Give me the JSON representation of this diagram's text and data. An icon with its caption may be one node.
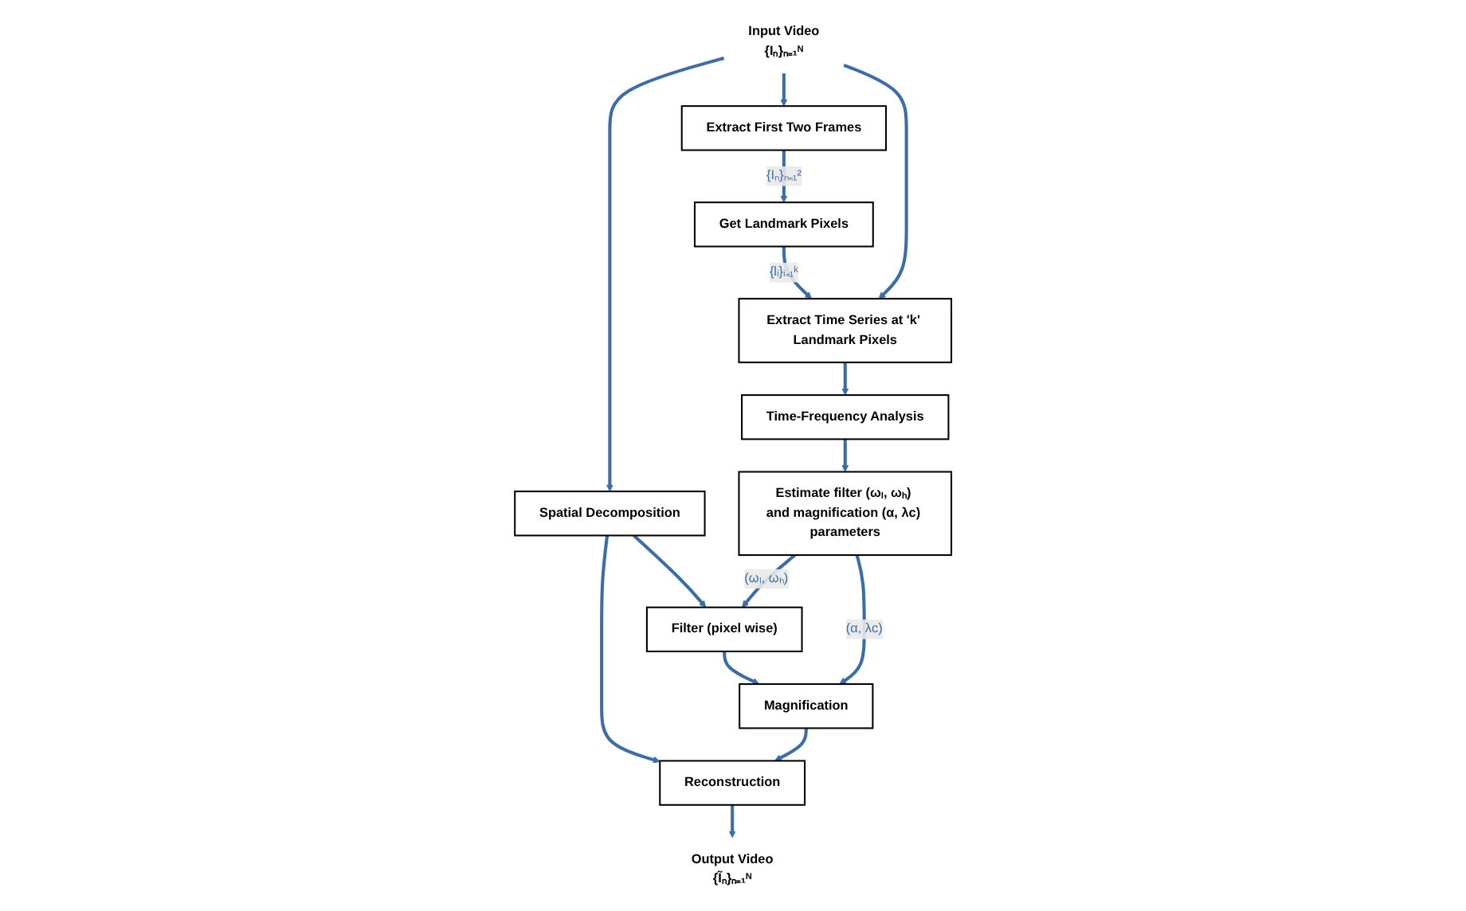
{
  "diagram": {
    "nodes": [
      {
        "text": [
          "Input Video"
        ],
        "beside": [
          "{Iₙ}ₙ₌₁ᴺ"
        ]
      },
      {
        "text": [
          "Spatial Decomposition"
        ]
      },
      {
        "text": [
          "Reconstruction"
        ]
      },
      {
        "text": [
          "Output Video"
        ],
        "beside": [
          "{Ĩₙ}ₙ₌₁ᴺ"
        ]
      },
      {
        "text": [
          "Extract First Two Frames"
        ]
      },
      {
        "text": [
          "Filter (pixel wise)"
        ]
      },
      {
        "text": [
          "Magnification"
        ]
      },
      {
        "text": [
          "Get Landmark Pixels"
        ]
      },
      {
        "text": [
          "Estimate filter (ωₗ, ωₕ) and magnification (α, λc) parameters"
        ]
      },
      {
        "text": [
          "Extract Time Series at 'k' Landmark Pixels"
        ]
      },
      {
        "text": [
          "Time-Frequency Analysis"
        ]
      }
    ],
    "edges": [
      {
        "from": 0,
        "to": 1,
        "arrow": "to"
      },
      {
        "from": 1,
        "to": 2,
        "arrow": "to"
      },
      {
        "from": 2,
        "to": 3,
        "arrow": "to"
      },
      {
        "from": 0,
        "to": 4,
        "arrow": "to"
      },
      {
        "from": 1,
        "to": 5,
        "arrow": "to"
      },
      {
        "from": 5,
        "to": 6,
        "arrow": "to"
      },
      {
        "from": 6,
        "to": 2,
        "arrow": "to"
      },
      {
        "from": 4,
        "to": 7,
        "arrow": "to",
        "label": "{Iₙ}ₙ₌₁²"
      },
      {
        "from": 7,
        "to": 9,
        "arrow": "to",
        "label": "{lᵢ}ᵢ₌₁ᵏ"
      },
      {
        "from": 0,
        "to": 9,
        "arrow": "to"
      },
      {
        "from": 9,
        "to": 10,
        "arrow": "to"
      },
      {
        "from": 10,
        "to": 8,
        "arrow": "to"
      },
      {
        "from": 8,
        "to": 5,
        "arrow": "to",
        "label": "(ωₗ, ωₕ)"
      },
      {
        "from": 8,
        "to": 6,
        "arrow": "to",
        "label": "(α, λc)"
      }
    ]
  }
}
